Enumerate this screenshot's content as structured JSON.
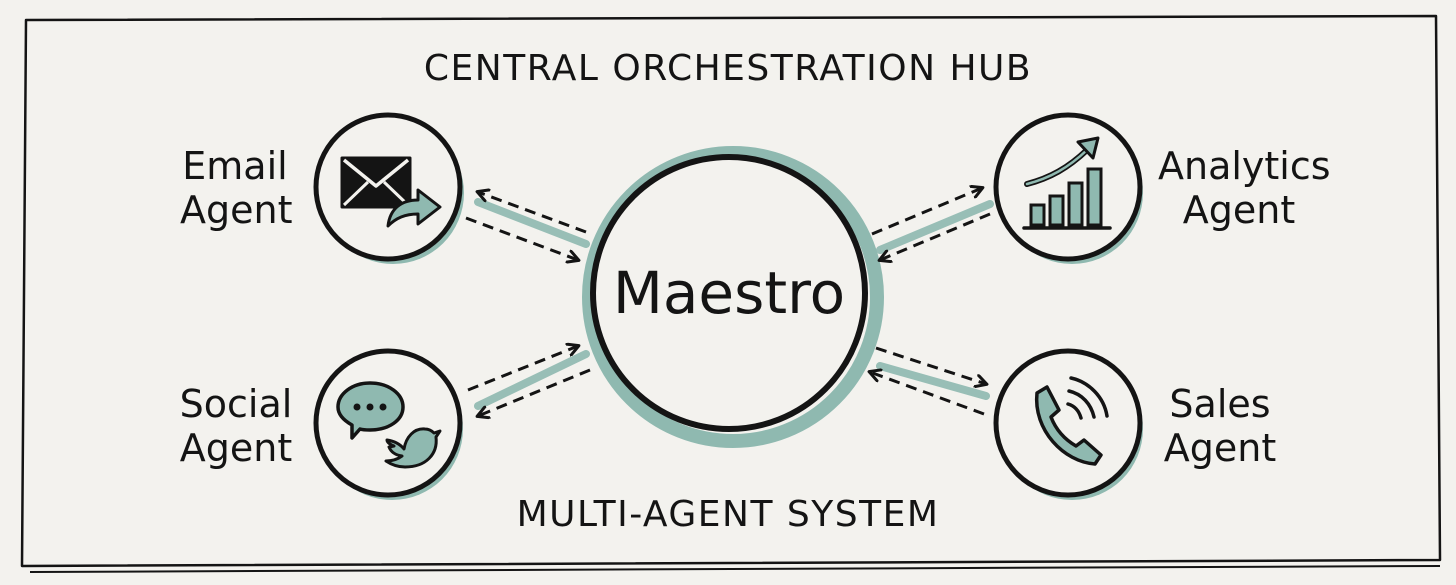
{
  "diagram": {
    "title": "CENTRAL ORCHESTRATION HUB",
    "subtitle": "MULTI-AGENT SYSTEM",
    "hub": {
      "label": "Maestro"
    },
    "agents": {
      "email": {
        "line1": "Email",
        "line2": "Agent",
        "icon": "envelope-send-icon"
      },
      "analytics": {
        "line1": "Analytics",
        "line2": "Agent",
        "icon": "bar-chart-trend-icon"
      },
      "social": {
        "line1": "Social",
        "line2": "Agent",
        "icon": "chat-bird-icon"
      },
      "sales": {
        "line1": "Sales",
        "line2": "Agent",
        "icon": "phone-call-icon"
      }
    },
    "colors": {
      "background": "#f3f2ee",
      "ink": "#141414",
      "accent": "#8fb9b0"
    }
  }
}
